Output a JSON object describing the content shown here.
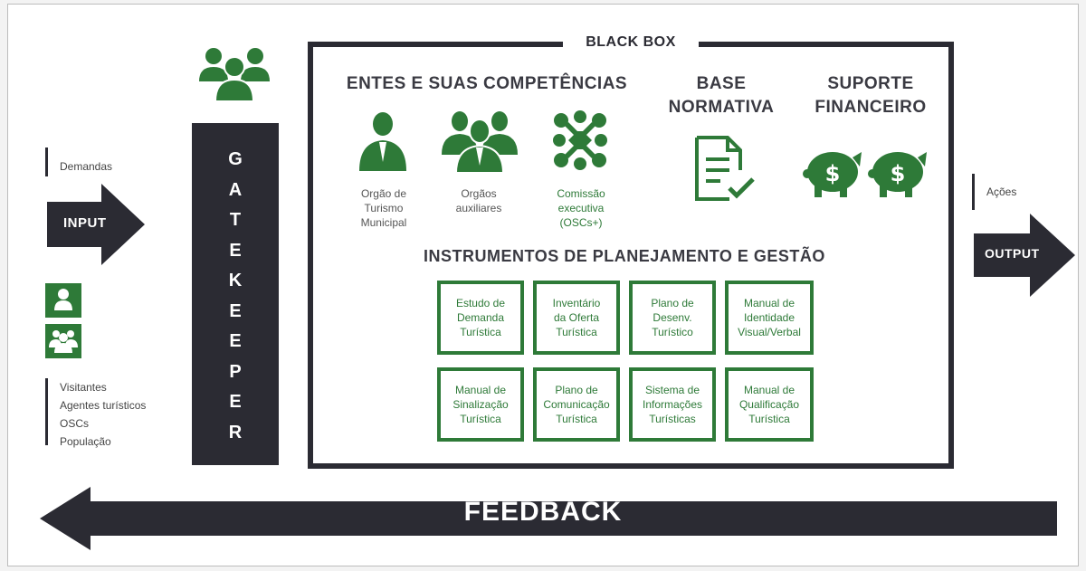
{
  "colors": {
    "dark": "#2b2b33",
    "green": "#2e7a38"
  },
  "input": {
    "demand_label": "Demandas",
    "arrow_label": "INPUT",
    "actors": [
      "Visitantes",
      "Agentes turísticos",
      "OSCs",
      "População"
    ]
  },
  "gatekeeper": {
    "letters": [
      "G",
      "A",
      "T",
      "E",
      "K",
      "E",
      "E",
      "P",
      "E",
      "R"
    ]
  },
  "black_box": {
    "title": "BLACK BOX",
    "entes": {
      "heading": "ENTES E SUAS COMPETÊNCIAS",
      "items": [
        {
          "label": "Orgão de Turismo Municipal",
          "icon": "person-icon"
        },
        {
          "label": "Orgãos auxiliares",
          "icon": "group-icon"
        },
        {
          "label": "Comissão executiva (OSCs+)",
          "icon": "network-icon"
        }
      ]
    },
    "base": {
      "heading_line1": "BASE",
      "heading_line2": "NORMATIVA",
      "icon": "document-check-icon"
    },
    "suporte": {
      "heading_line1": "SUPORTE",
      "heading_line2": "FINANCEIRO",
      "icon": "piggy-bank-icon",
      "symbol": "$"
    },
    "instrumentos": {
      "heading": "INSTRUMENTOS DE PLANEJAMENTO E GESTÃO",
      "items": [
        [
          "Estudo de",
          "Demanda",
          "Turística"
        ],
        [
          "Inventário",
          "da Oferta",
          "Turística"
        ],
        [
          "Plano de",
          "Desenv.",
          "Turístico"
        ],
        [
          "Manual de",
          "Identidade",
          "Visual/Verbal"
        ],
        [
          "Manual de",
          "Sinalização",
          "Turística"
        ],
        [
          "Plano de",
          "Comunicação",
          "Turística"
        ],
        [
          "Sistema de",
          "Informações",
          "Turísticas"
        ],
        [
          "Manual de",
          "Qualificação",
          "Turística"
        ]
      ]
    }
  },
  "output": {
    "actions_label": "Ações",
    "arrow_label": "OUTPUT"
  },
  "feedback": {
    "label": "FEEDBACK"
  }
}
